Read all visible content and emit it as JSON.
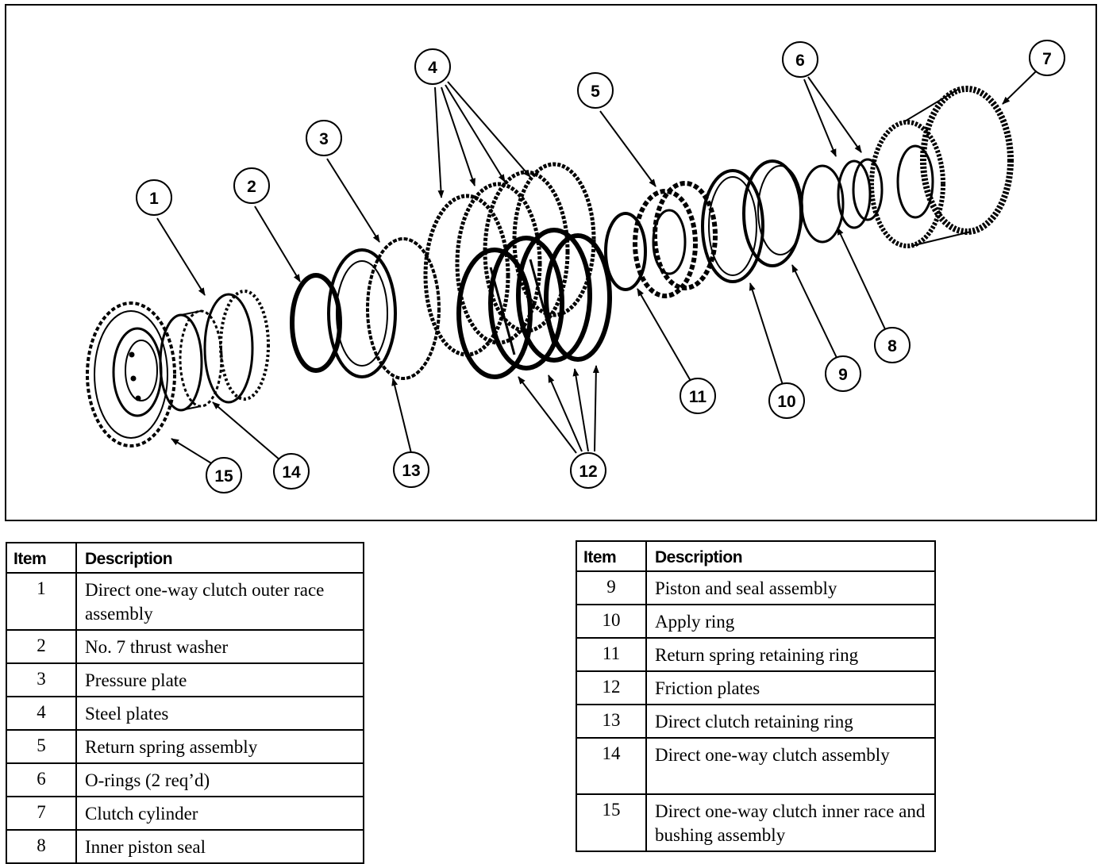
{
  "callouts": [
    "1",
    "2",
    "3",
    "4",
    "5",
    "6",
    "7",
    "8",
    "9",
    "10",
    "11",
    "12",
    "13",
    "14",
    "15"
  ],
  "legend_left": {
    "header_item": "Item",
    "header_desc": "Description",
    "rows": [
      {
        "item": "1",
        "desc": "Direct one-way clutch outer race assembly"
      },
      {
        "item": "2",
        "desc": "No. 7 thrust washer"
      },
      {
        "item": "3",
        "desc": "Pressure plate"
      },
      {
        "item": "4",
        "desc": "Steel plates"
      },
      {
        "item": "5",
        "desc": "Return spring assembly"
      },
      {
        "item": "6",
        "desc": "O-rings (2 req’d)"
      },
      {
        "item": "7",
        "desc": "Clutch cylinder"
      },
      {
        "item": "8",
        "desc": "Inner piston seal"
      }
    ]
  },
  "legend_right": {
    "header_item": "Item",
    "header_desc": "Description",
    "rows": [
      {
        "item": "9",
        "desc": "Piston and seal assembly"
      },
      {
        "item": "10",
        "desc": "Apply ring"
      },
      {
        "item": "11",
        "desc": "Return spring retaining ring"
      },
      {
        "item": "12",
        "desc": "Friction plates"
      },
      {
        "item": "13",
        "desc": "Direct clutch retaining ring"
      },
      {
        "item": "14",
        "desc": "Direct one-way clutch assembly"
      },
      {
        "item": "15",
        "desc": "Direct one-way clutch inner race and bushing assembly"
      }
    ]
  }
}
